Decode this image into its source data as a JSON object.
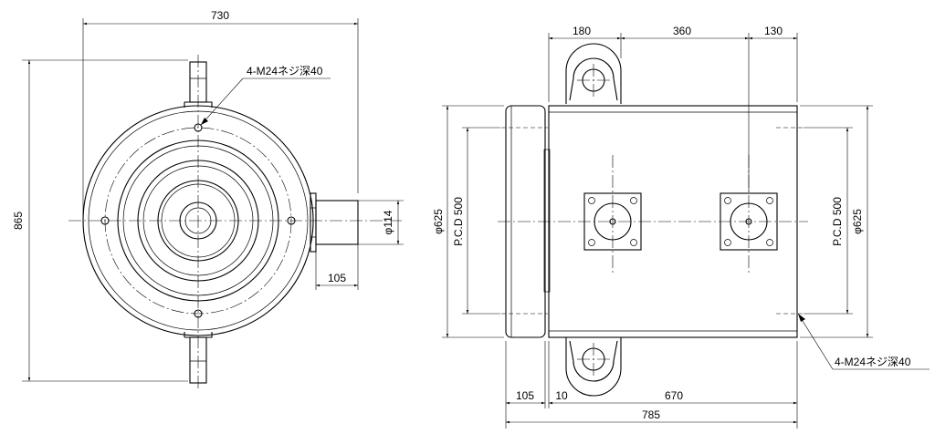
{
  "front_view": {
    "width_label": "730",
    "height_label": "865",
    "pipe_dia_label": "φ114",
    "pipe_len_label": "105",
    "tap_note": "4-M24ネジ深40"
  },
  "side_view": {
    "top_dims": [
      "180",
      "360",
      "130"
    ],
    "bottom_dims": [
      "105",
      "10",
      "670"
    ],
    "total_label": "785",
    "left_dia_label": "φ625",
    "left_pcd_label": "P.C.D 500",
    "right_pcd_label": "P.C.D 500",
    "right_dia_label": "φ625",
    "tap_note": "4-M24ネジ深40"
  }
}
